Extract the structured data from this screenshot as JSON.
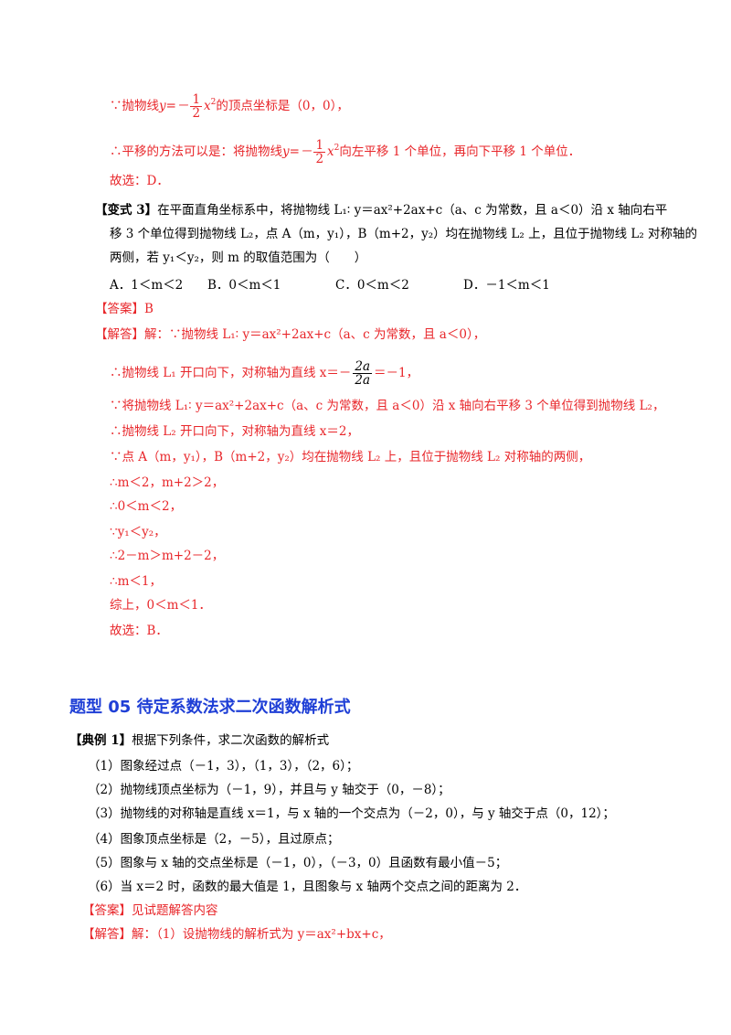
{
  "block1": {
    "l1_a": "∵抛物线",
    "l1_b": "y=－",
    "l1_num": "1",
    "l1_den": "2",
    "l1_c": "x",
    "l1_sup": "2",
    "l1_d": "的顶点坐标是（0，0），",
    "l2_a": "∴平移的方法可以是：将抛物线",
    "l2_b": "y=－",
    "l2_num": "1",
    "l2_den": "2",
    "l2_c": "x",
    "l2_sup": "2",
    "l2_d": "向左平移 1 个单位，再向下平移 1 个单位．",
    "l3": "故选：D．"
  },
  "variant3": {
    "tag": "【变式 3】",
    "q1": "在平面直角坐标系中，将抛物线 L₁∶ y＝ax²+2ax+c（a、c 为常数，且 a＜0）沿 x 轴向右平",
    "q2": "移 3 个单位得到抛物线 L₂，点 A（m，y₁），B（m+2，y₂）均在抛物线 L₂ 上，且位于抛物线 L₂ 对称轴的",
    "q3": "两侧，若 y₁＜y₂，则 m 的取值范围为（　　）",
    "options": [
      "A．1＜m＜2",
      "B．0＜m＜1",
      "C．0＜m＜2",
      "D．－1＜m＜1"
    ],
    "answer": "【答案】B",
    "s1_tag": "【解答】",
    "s1": "解：∵抛物线 L₁∶ y＝ax²+2ax+c（a、c 为常数，且 a＜0），",
    "s2_a": "∴抛物线 L₁ 开口向下，对称轴为直线 x＝－",
    "s2_num": "2a",
    "s2_den": "2a",
    "s2_b": "＝－1，",
    "s3": "∵将抛物线 L₁∶ y＝ax²+2ax+c（a、c 为常数，且 a＜0）沿 x 轴向右平移 3 个单位得到抛物线 L₂，",
    "s4": "∴抛物线 L₂ 开口向下，对称轴为直线 x＝2，",
    "s5": "∵点 A（m，y₁），B（m+2，y₂）均在抛物线 L₂ 上，且位于抛物线 L₂ 对称轴的两侧，",
    "s6": "∴m＜2，m+2＞2，",
    "s7": "∴0＜m＜2，",
    "s8": "∵y₁＜y₂，",
    "s9": "∴2－m＞m+2－2，",
    "s10": "∴m＜1，",
    "s11": "综上，0＜m＜1．",
    "s12": "故选：B．"
  },
  "section": {
    "heading": "题型 05  待定系数法求二次函数解析式",
    "tag": "【典例 1】",
    "intro": "根据下列条件，求二次函数的解析式",
    "items": [
      "（1）图象经过点（－1，3），（1，3），（2，6）；",
      "（2）抛物线顶点坐标为（－1，9），并且与 y 轴交于（0，－8）；",
      "（3）抛物线的对称轴是直线 x＝1，与 x 轴的一个交点为（－2，0），与 y 轴交于点（0，12）；",
      "（4）图象顶点坐标是（2，－5），且过原点；",
      "（5）图象与 x 轴的交点坐标是（－1，0），（－3，0）且函数有最小值－5；",
      "（6）当 x＝2 时，函数的最大值是 1，且图象与 x 轴两个交点之间的距离为 2．"
    ],
    "answer": "【答案】见试题解答内容",
    "sol_tag": "【解答】",
    "sol": "解：（1）设抛物线的解析式为 y＝ax²+bx+c，"
  }
}
